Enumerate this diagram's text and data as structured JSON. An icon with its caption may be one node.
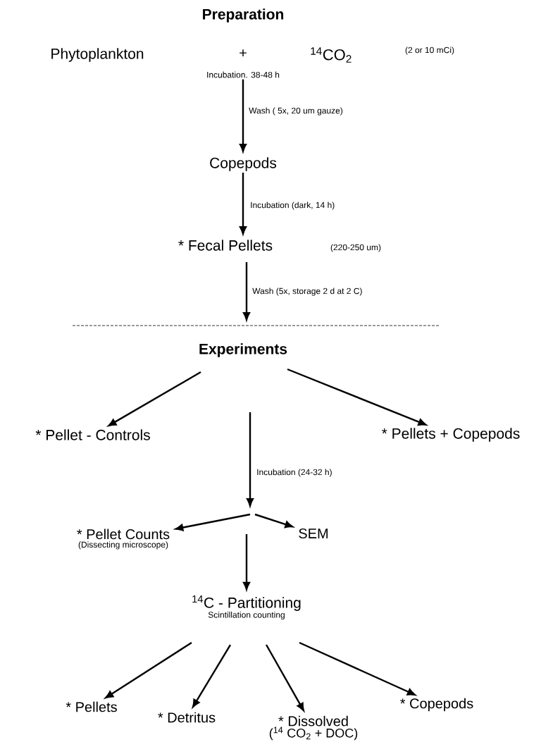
{
  "diagram": {
    "title": "Preparation",
    "nodes": [
      {
        "text": [
          "Incubation. 38-48 h"
        ]
      },
      {
        "text": [
          "Copepods"
        ]
      },
      {
        "text": [
          "* Fecal Pellets"
        ],
        "beside": [
          "(220-250 um)"
        ]
      },
      {
        "text": [
          "Experiments"
        ]
      },
      {
        "text": [
          "* Pellet - Controls"
        ]
      },
      {
        "text": [
          "* Pellets + Copepods"
        ]
      },
      {
        "text": [
          "* Pellet Counts",
          "(Dissecting microscope)"
        ]
      },
      {
        "text": [
          "SEM"
        ]
      },
      {
        "text": [
          "$^{14}$C - Partitioning",
          "Scintillation counting"
        ]
      },
      {
        "text": [
          "* Pellets"
        ]
      },
      {
        "text": [
          "* Detritus"
        ]
      },
      {
        "text": [
          "* Dissolved",
          "($^{14}$ CO$_{2}$ + DOC)"
        ]
      },
      {
        "text": [
          "* Copepods"
        ]
      }
    ],
    "edges": [
      {
        "from": 0,
        "to": 1,
        "arrow": "to",
        "label": "Wash ( 5x, 20 um gauze)"
      },
      {
        "from": 1,
        "to": 2,
        "arrow": "to",
        "label": "Incubation (dark, 14 h)"
      },
      {
        "from": 2,
        "to": null,
        "arrow": "to",
        "label": "Wash (5x, storage 2 d at 2 C)"
      },
      {
        "from": 3,
        "to": 4,
        "arrow": "to"
      },
      {
        "from": 3,
        "to": 5,
        "arrow": "to"
      },
      {
        "from": null,
        "to": 6,
        "arrow": "to",
        "label": "Incubation (24-32 h)"
      },
      {
        "from": null,
        "to": 7,
        "arrow": "to"
      },
      {
        "from": null,
        "to": 8,
        "arrow": "to"
      },
      {
        "from": 8,
        "to": 9,
        "arrow": "to"
      },
      {
        "from": 8,
        "to": 10,
        "arrow": "to"
      },
      {
        "from": 8,
        "to": 11,
        "arrow": "to"
      },
      {
        "from": 8,
        "to": 12,
        "arrow": "to"
      }
    ],
    "labels": [
      "Phytoplankton",
      "+",
      "$^{14}$CO$_{2}$",
      "(2 or 10 mCi)"
    ]
  }
}
